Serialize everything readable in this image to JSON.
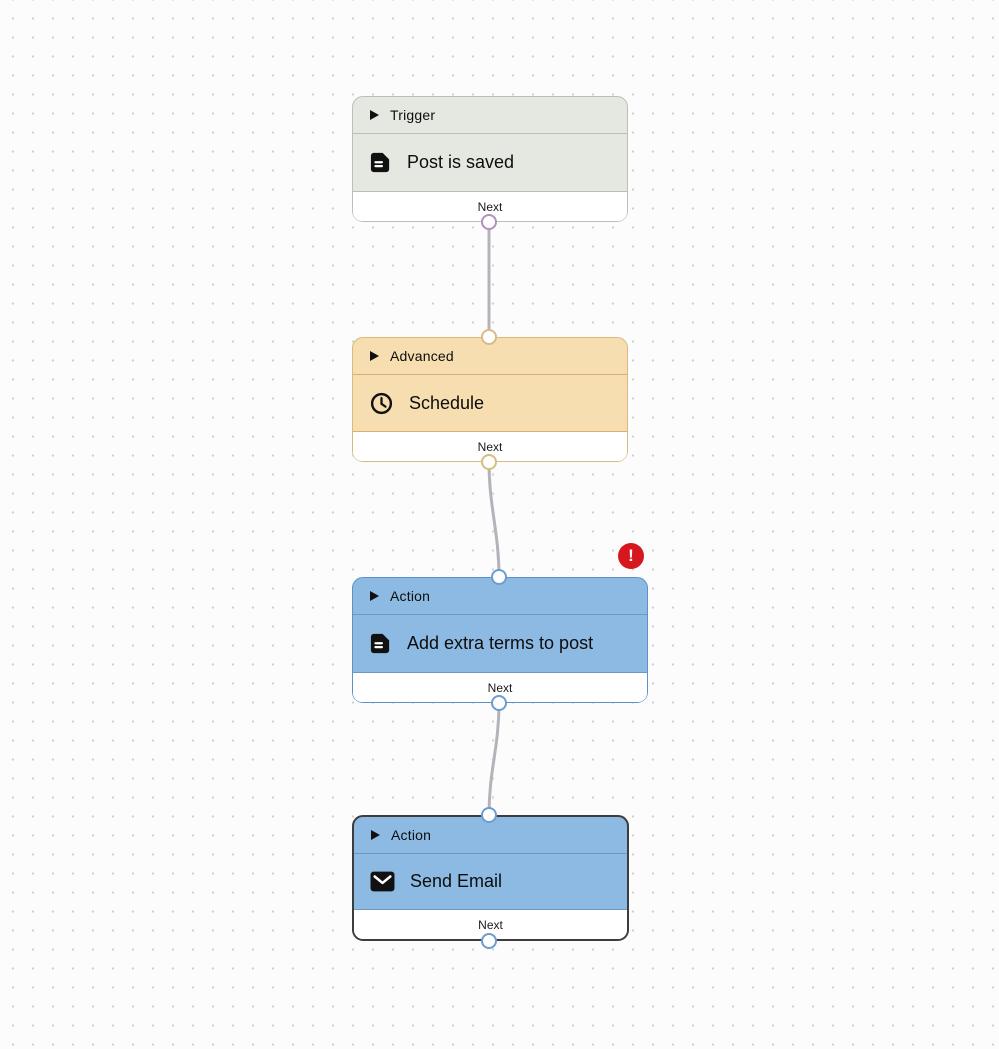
{
  "workflow": {
    "nodes": [
      {
        "category": "Trigger",
        "title": "Post is saved",
        "icon": "document-icon",
        "next_label": "Next",
        "accent_color": "#e4e8e1",
        "border_color": "#b9c0b6",
        "port_color": "#b28fc0"
      },
      {
        "category": "Advanced",
        "title": "Schedule",
        "icon": "clock-icon",
        "next_label": "Next",
        "accent_color": "#f6deb0",
        "border_color": "#d9b97e",
        "port_color": "#d9bc83"
      },
      {
        "category": "Action",
        "title": "Add extra terms to post",
        "icon": "document-icon",
        "next_label": "Next",
        "accent_color": "#8dbae2",
        "border_color": "#5d92c7",
        "port_color": "#6b9dd0",
        "has_error": true
      },
      {
        "category": "Action",
        "title": "Send Email",
        "icon": "mail-icon",
        "next_label": "Next",
        "accent_color": "#8dbae2",
        "border_color": "#3d3d3f",
        "port_color": "#6b9dd0",
        "selected": true
      }
    ],
    "error_badge": {
      "glyph": "!",
      "color": "#d6181e"
    },
    "connector_color": "#b5b3b9",
    "background": {
      "color": "#fcfcfd",
      "dot_color": "#d2d2d4"
    }
  }
}
